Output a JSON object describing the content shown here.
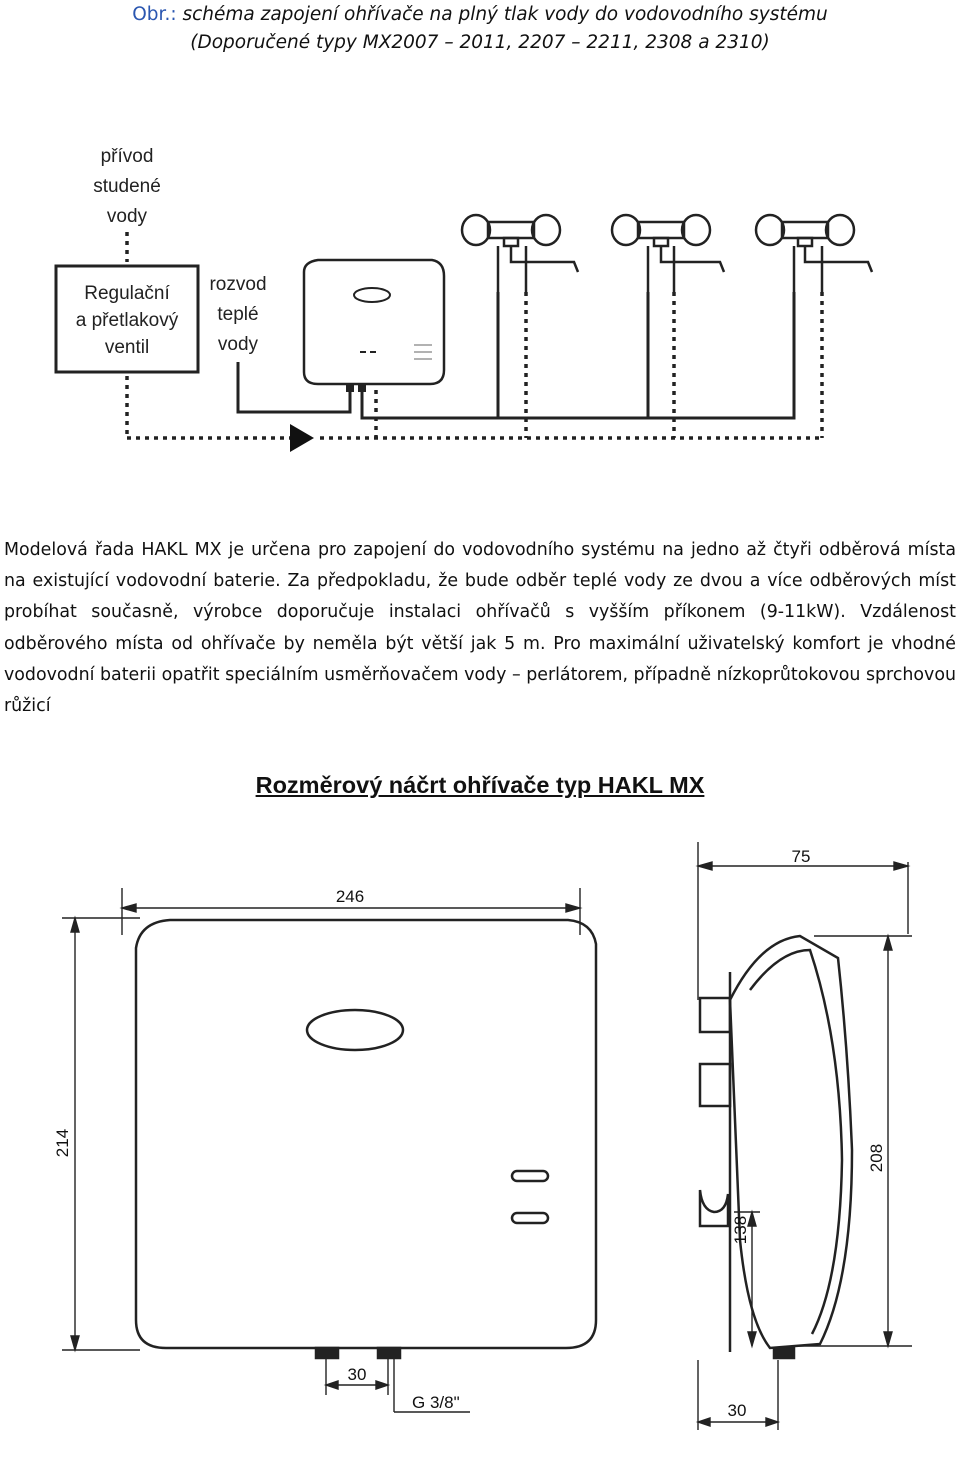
{
  "caption": {
    "prefix": "Obr.:",
    "line1": "schéma zapojení ohřívače na plný tlak vody do vodovodního systému",
    "line2": "(Doporučené typy MX2007 – 2011, 2207 – 2211, 2308 a 2310)"
  },
  "schema": {
    "cold_water_label": [
      "přívod",
      "studené",
      "vody"
    ],
    "valve_label": [
      "Regulační",
      "a přetlakový",
      "ventil"
    ],
    "hot_water_label": [
      "rozvod",
      "teplé",
      "vody"
    ]
  },
  "description": "Modelová řada HAKL MX je určena pro zapojení do vodovodního systému na jedno až čtyři odběrová místa na existující vodovodní baterie. Za předpokladu, že bude odběr teplé vody ze dvou a více odběrových míst probíhat současně, výrobce doporučuje instalaci ohřívačů s vyšším příkonem (9-11kW). Vzdálenost odběrového místa od ohřívače by neměla být větší jak 5 m. Pro maximální uživatelský komfort je vhodné vodovodní baterii opatřit speciálním usměrňovačem vody – perlátorem, případně nízkoprůtokovou sprchovou růžicí",
  "drawing": {
    "title": "Rozměrový náčrt ohřívače typ HAKL MX",
    "front": {
      "width_label": "246",
      "height_label": "214",
      "connection_spacing_label": "30",
      "thread_label": "G 3/8\""
    },
    "side": {
      "depth_label": "75",
      "height_label": "208",
      "inlet_height_label": "138",
      "bottom_depth_label": "30"
    }
  }
}
